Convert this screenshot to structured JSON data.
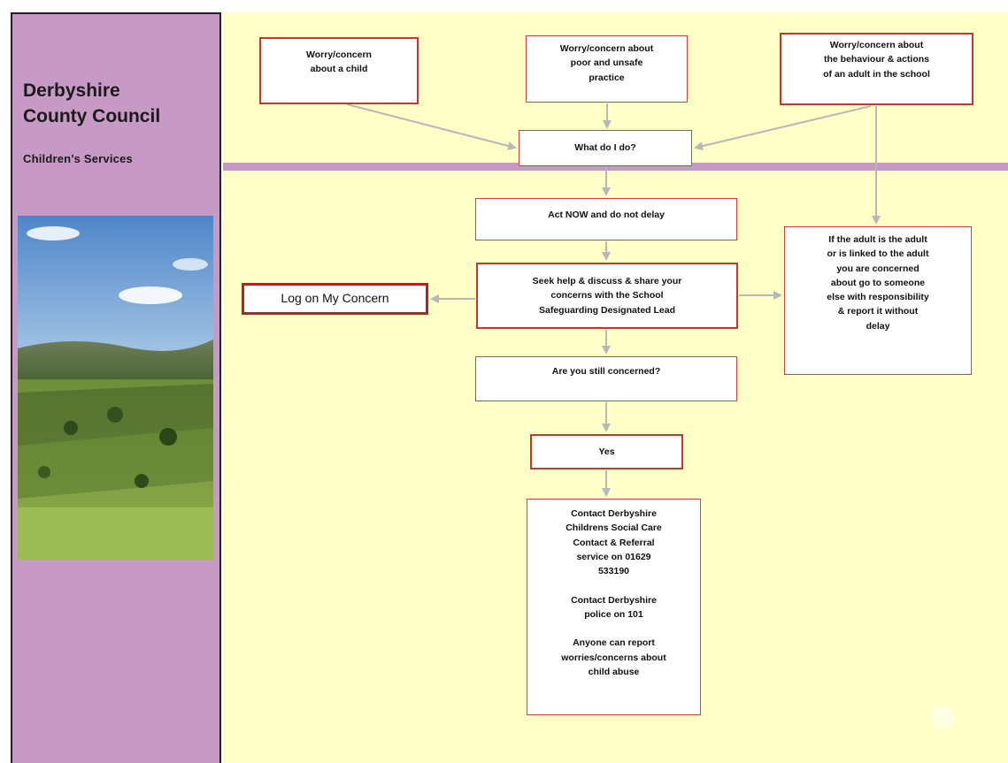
{
  "sidebar": {
    "org_line1": "Derbyshire",
    "org_line2": "County Council",
    "department": "Children's Services",
    "image_description": "landscape-photo"
  },
  "colors": {
    "sidebar": "#c69ac4",
    "canvas": "#ffffc8",
    "box_border": "#c0392b",
    "arrow": "#b8b8b8"
  },
  "flow": {
    "concern_child": "Worry/concern\nabout a child",
    "concern_practice": "Worry/concern about\npoor and unsafe\npractice",
    "concern_adult": "Worry/concern about\nthe behaviour & actions\nof an adult in the school",
    "what_do_i_do": "What do I do?",
    "act_now": "Act NOW and do not delay",
    "seek_help": "Seek help & discuss & share your\nconcerns with the School\nSafeguarding Designated Lead",
    "log_on": "Log on My  Concern",
    "adult_linked": "If the adult is the adult\nor is linked to the adult\nyou are concerned\nabout go to someone\nelse with responsibility\n& report it without\ndelay",
    "still_concerned": "Are you still concerned?",
    "yes": "Yes",
    "contact": "Contact Derbyshire\nChildrens Social Care\nContact & Referral\nservice on 01629\n533190\n\nContact Derbyshire\npolice on 101\n\nAnyone can report\nworries/concerns about\nchild abuse"
  }
}
